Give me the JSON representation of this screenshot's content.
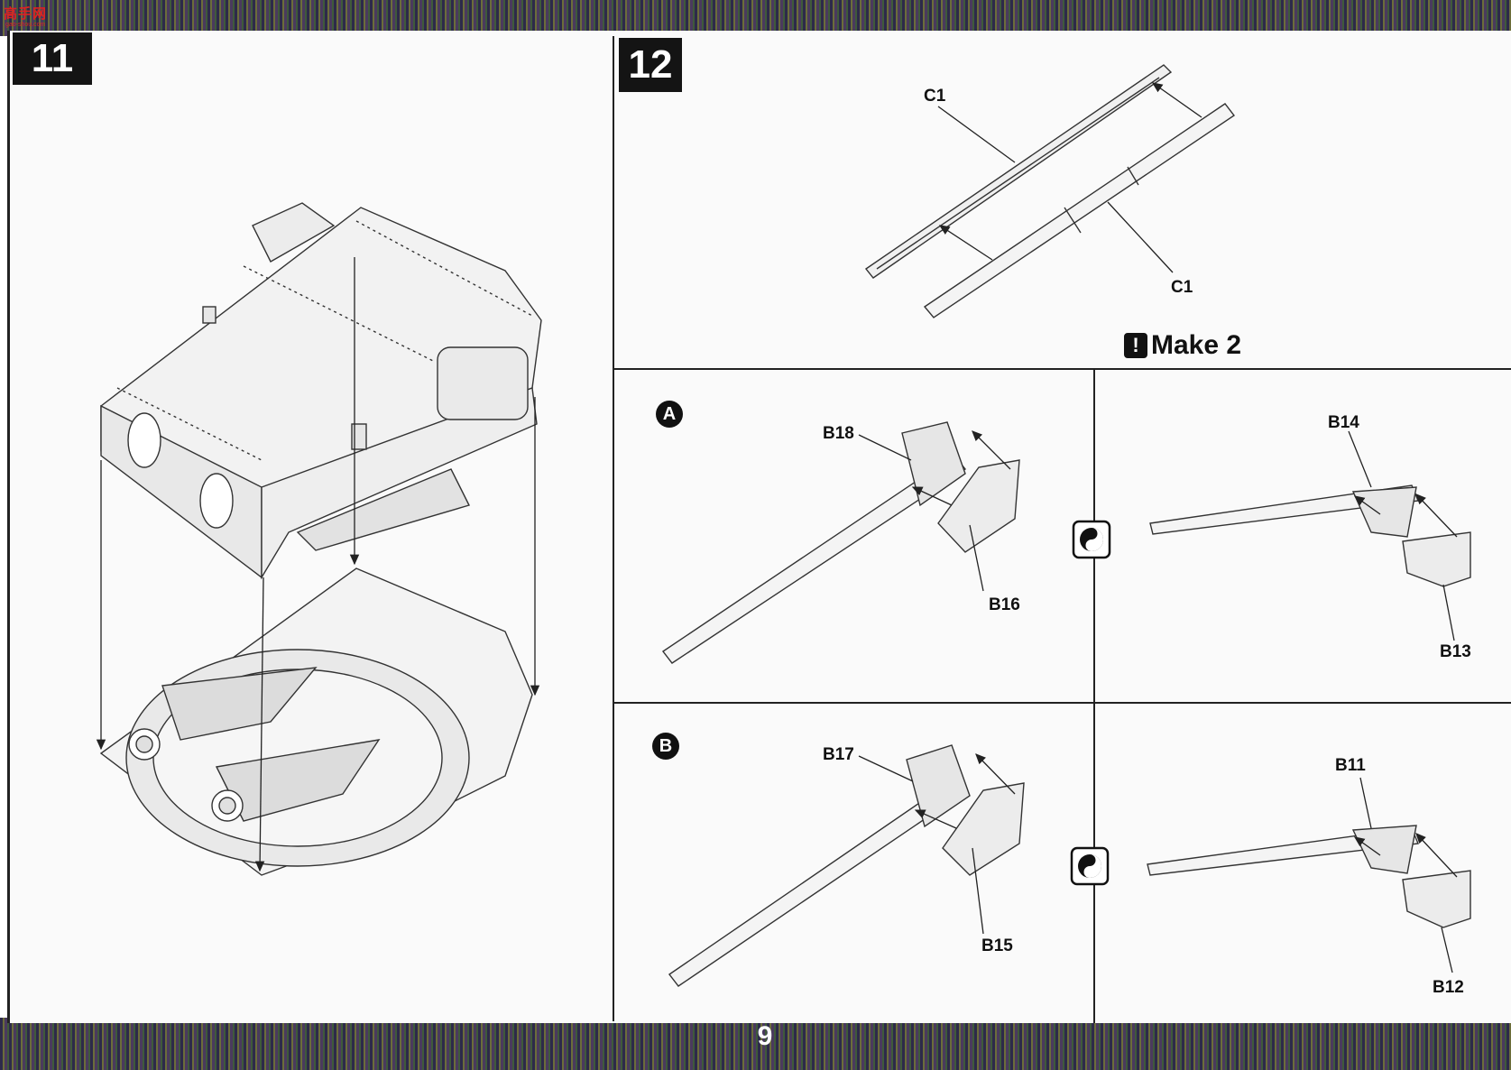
{
  "header": {
    "logo_text": "高手网",
    "logo_sub": "gao-shou.com"
  },
  "steps": {
    "step11": {
      "number": "11"
    },
    "step12": {
      "number": "12",
      "make_note": "Make 2"
    }
  },
  "sub_panels": {
    "A": "A",
    "B": "B"
  },
  "part_labels": {
    "c1_upper": "C1",
    "c1_lower": "C1",
    "b18": "B18",
    "b16": "B16",
    "b14": "B14",
    "b13": "B13",
    "b17": "B17",
    "b15": "B15",
    "b11": "B11",
    "b12": "B12"
  },
  "footer": {
    "page_number": "9"
  },
  "icons": [
    "exclamation-icon",
    "yin-yang-icon",
    "assembly-arrow-icon"
  ]
}
